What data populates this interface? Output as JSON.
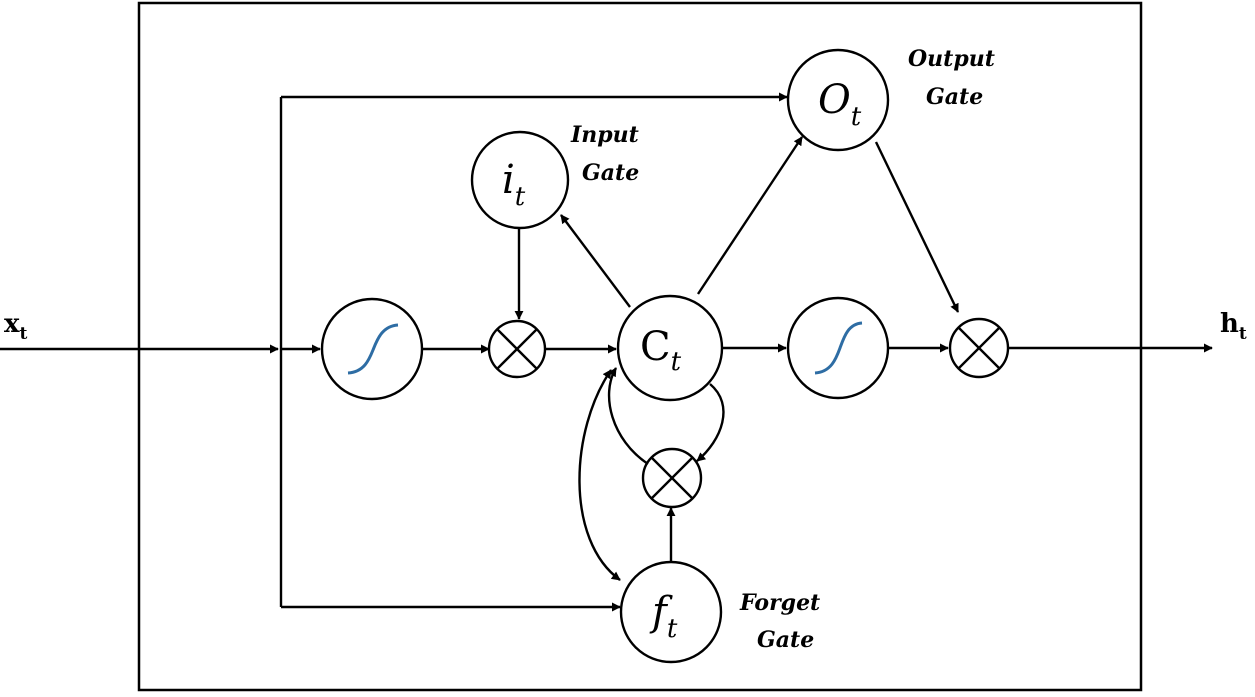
{
  "inputs": {
    "x": {
      "main": "x",
      "sub": "t"
    },
    "h": {
      "main": "h",
      "sub": "t"
    }
  },
  "nodes": {
    "output_gate": {
      "main": "O",
      "sub": "t"
    },
    "input_gate": {
      "main": "i",
      "sub": "t"
    },
    "cell_state": {
      "main": "C",
      "sub": "t"
    },
    "forget_gate": {
      "main": "f",
      "sub": "t"
    }
  },
  "gate_labels": {
    "output": {
      "line1": "Output",
      "line2": "Gate"
    },
    "input": {
      "line1": "Input",
      "line2": "Gate"
    },
    "forget": {
      "line1": "Forget",
      "line2": "Gate"
    }
  },
  "colors": {
    "stroke": "#000000",
    "sigmoid_curve": "#2e6da4",
    "background": "#ffffff"
  },
  "icons": {
    "sigmoid": "sigmoid-curve-icon",
    "multiply": "multiply-cross-icon"
  }
}
